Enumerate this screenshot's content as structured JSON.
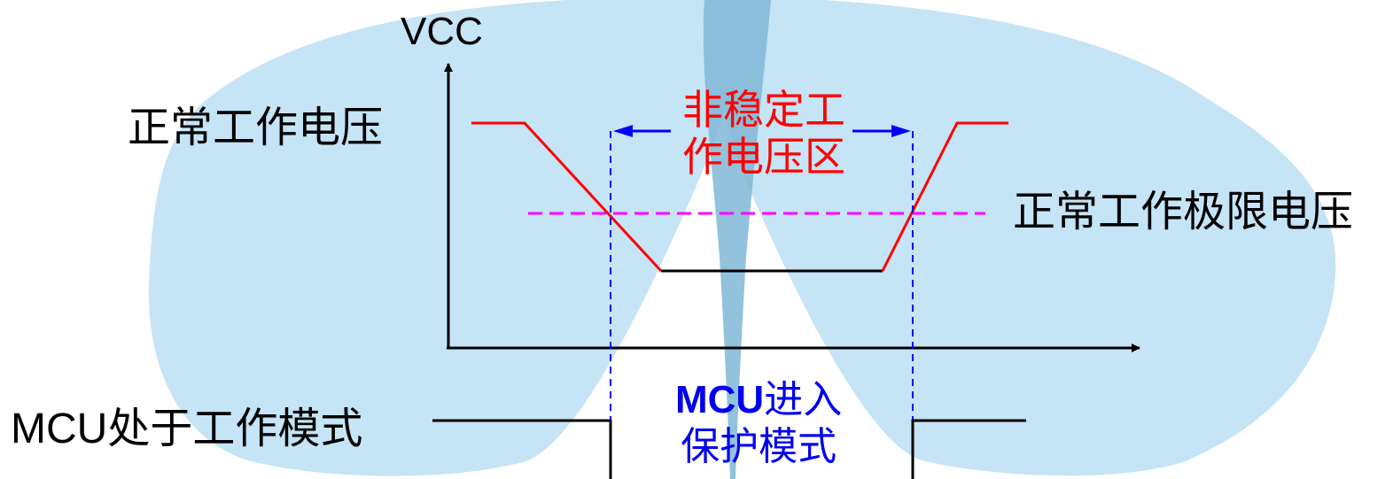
{
  "labels": {
    "vcc": "VCC",
    "normal_voltage": "正常工作电压",
    "limit_voltage": "正常工作极限电压",
    "unstable_line1": "非稳定工",
    "unstable_line2": "作电压区",
    "mcu_work_prefix": "MCU",
    "mcu_work_suffix": "处于工作模式",
    "protect_line1_prefix": "MCU",
    "protect_line1_suffix": "进入",
    "protect_line2": "保护模式"
  },
  "colors": {
    "background_shape": "#c5e4f5",
    "center_beam": "#7fb7d6",
    "voltage_curve_normal": "#ff0000",
    "voltage_curve_low": "#000000",
    "limit_line": "#ff00ff",
    "boundary_lines": "#0000ff",
    "text_primary": "#000000",
    "text_unstable": "#ff0000",
    "text_protect": "#0000ee"
  }
}
